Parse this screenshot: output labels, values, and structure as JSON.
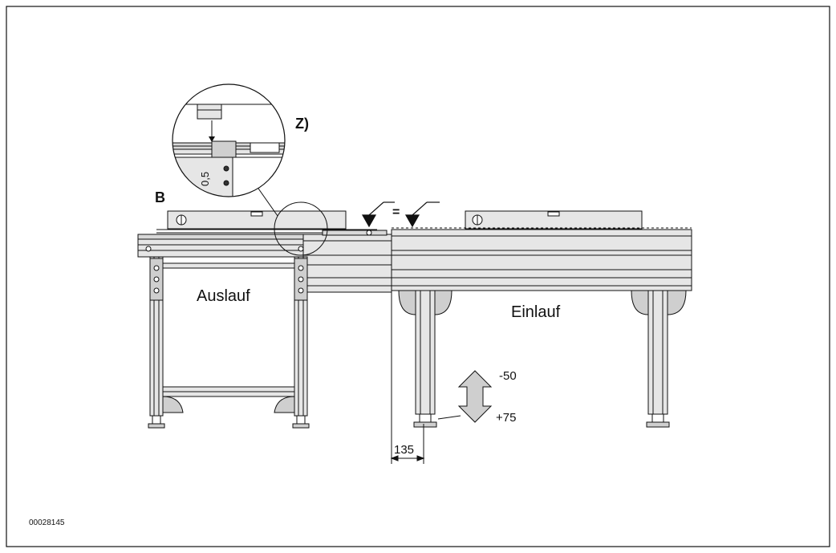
{
  "labels": {
    "detail": "Z)",
    "point": "B",
    "outlet": "Auslauf",
    "inlet": "Einlauf",
    "equal": "=",
    "gap": "0,5",
    "height_minus": "-50",
    "height_plus": "+75",
    "offset": "135",
    "figure_id": "00028145"
  },
  "colors": {
    "stroke": "#111111",
    "profile_fill": "#e6e6e6",
    "profile_dark": "#c8c8c8",
    "arrow_fill": "#cfcfcf",
    "background": "#ffffff"
  }
}
